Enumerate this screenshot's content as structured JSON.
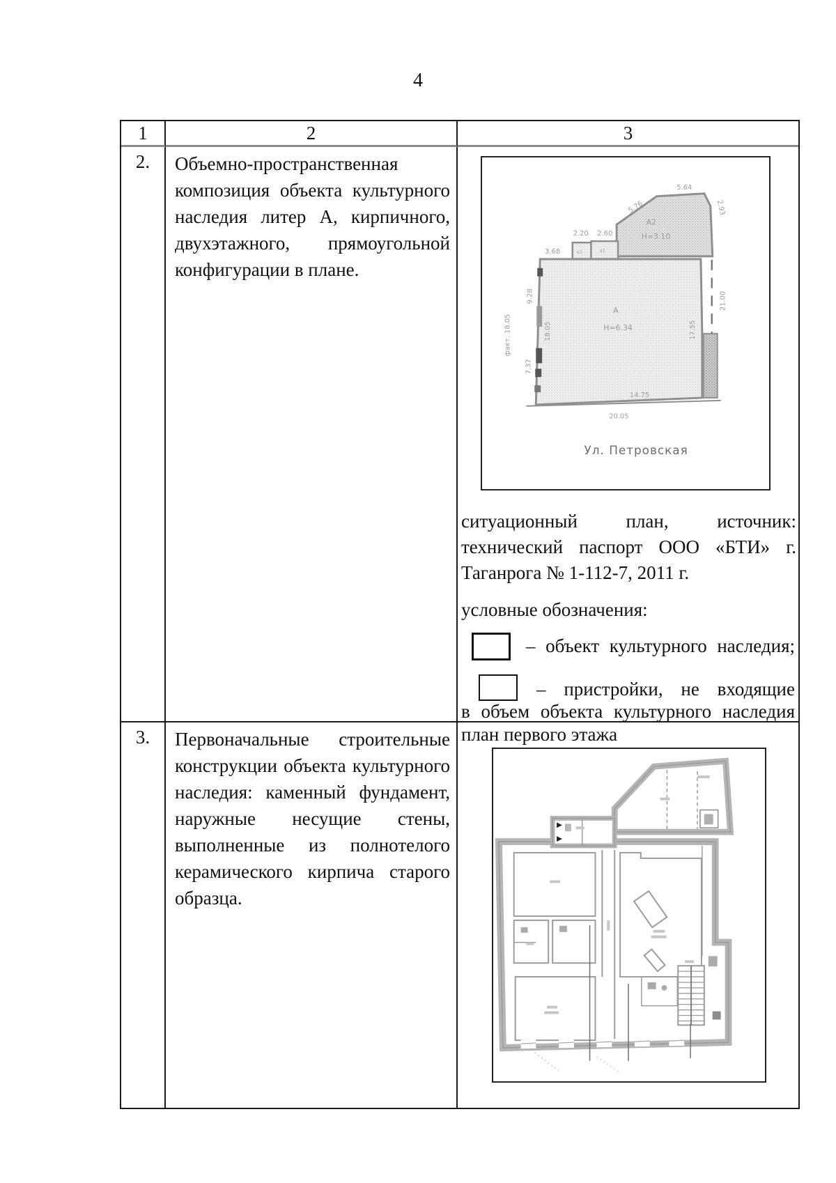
{
  "page_number": "4",
  "table": {
    "header": [
      "1",
      "2",
      "3"
    ],
    "row2": {
      "num": "2.",
      "description": "Объемно-пространственная композиция объекта культурного наследия литер А, кирпичного, двухэтажного, прямоугольной конфигурации в плане.",
      "source_caption": "ситуационный план, источник: технический паспорт ООО «БТИ» г. Таганрога № 1-112-7, 2011 г.",
      "legend_title": "условные обозначения:",
      "legend_item1": "– объект культурного наследия;",
      "legend_item2_line1": "– пристройки, не входящие",
      "legend_item2_line2": "в объем объекта культурного наследия",
      "site_plan": {
        "street": "Ул. Петровская",
        "main_letter": "А",
        "main_height": "Н=6.34",
        "annex_letter": "А2",
        "annex_height": "Н=3.10",
        "dim_top": "5.64",
        "dim_slope": "5.76",
        "dim_right_top": "2.93",
        "dim_box1": "2.20",
        "dim_box2": "2.60",
        "dim_left_box": "3.68",
        "dim_left1": "9.28",
        "dim_left_fact": "факт. 18.05",
        "dim_left2": "18.05",
        "dim_left3": "7.37",
        "dim_right_side": "17.55",
        "dim_boundary": "21.00",
        "dim_bottom_inner": "14.75",
        "dim_bottom_outer": "20.05"
      }
    },
    "row3": {
      "num": "3.",
      "description": "Первоначальные строительные конструкции объекта культурного наследия: каменный фундамент, наружные несущие стены, выполненные из полнотелого керамического кирпича старого образца.",
      "plan_title": "план первого этажа"
    }
  }
}
